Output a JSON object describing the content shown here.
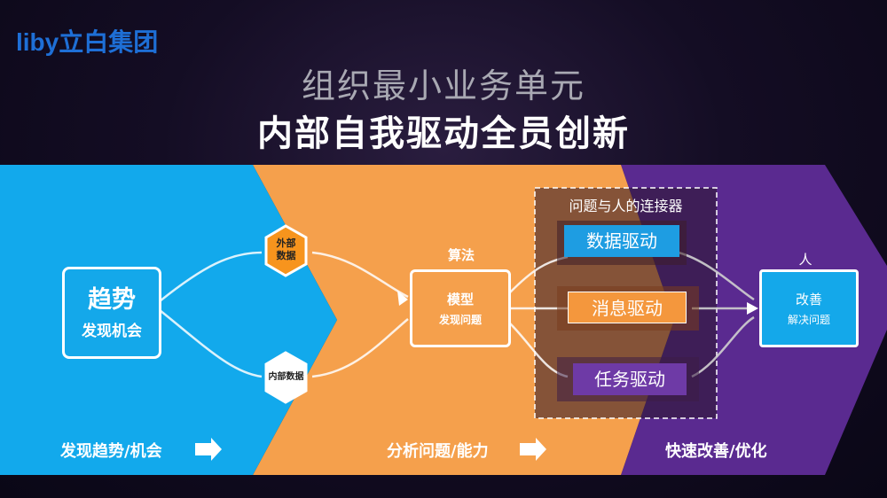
{
  "brand": {
    "logo_text": "liby立白集团"
  },
  "header": {
    "title_line1": "组织最小业务单元",
    "title_line2": "内部自我驱动全员创新"
  },
  "stage1": {
    "box_title": "趋势",
    "box_subtitle": "发现机会",
    "hex_top": "外部\n数据",
    "hex_bottom": "内部数据",
    "footer": "发现趋势/机会"
  },
  "stage2": {
    "algo_label": "算法",
    "box_title": "模型",
    "box_subtitle": "发现问题",
    "footer": "分析问题/能力"
  },
  "connector": {
    "title": "问题与人的连接器",
    "items": [
      "数据驱动",
      "消息驱动",
      "任务驱动"
    ]
  },
  "stage3": {
    "person_label": "人",
    "box_title": "改善",
    "box_subtitle": "解决问题",
    "footer": "快速改善/优化"
  },
  "colors": {
    "blue": "#13a6e8",
    "orange": "#f39a45",
    "purple": "#5c2a8f",
    "pill_blue": "#1d9be0",
    "pill_orange": "#f4973d",
    "pill_purple": "#6e3aa6"
  }
}
